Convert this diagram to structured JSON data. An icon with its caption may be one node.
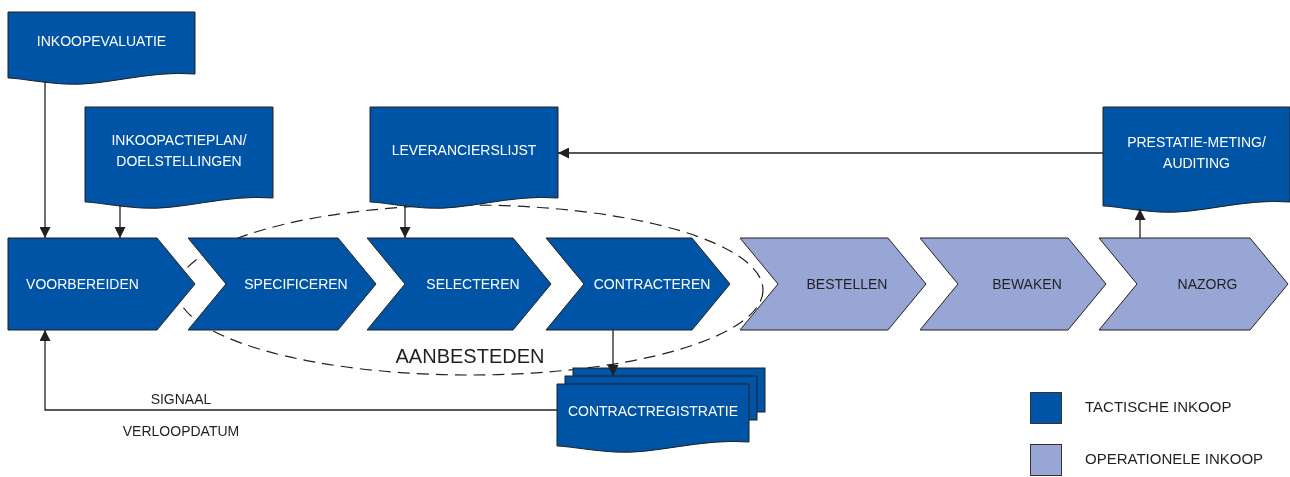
{
  "diagram": {
    "nodes": [
      {
        "text": [
          "INKOOPEVALUATIE"
        ]
      },
      {
        "text": [
          "INKOOPACTIEPLAN/ DOELSTELLINGEN"
        ]
      },
      {
        "text": [
          "LEVERANCIERSLIJST"
        ]
      },
      {
        "text": [
          "PRESTATIE-METING/ AUDITING"
        ]
      },
      {
        "text": [
          "VOORBEREIDEN"
        ]
      },
      {
        "text": [
          "SPECIFICEREN"
        ]
      },
      {
        "text": [
          "SELECTEREN"
        ]
      },
      {
        "text": [
          "CONTRACTEREN"
        ]
      },
      {
        "text": [
          "BESTELLEN"
        ]
      },
      {
        "text": [
          "BEWAKEN"
        ]
      },
      {
        "text": [
          "NAZORG"
        ]
      },
      {
        "text": [
          "CONTRACTREGISTRATIE"
        ]
      }
    ],
    "edges": [
      {
        "from": 0,
        "to": 4,
        "arrow": "to"
      },
      {
        "from": 1,
        "to": 4,
        "arrow": "to"
      },
      {
        "from": 2,
        "to": 6,
        "arrow": "to"
      },
      {
        "from": 3,
        "to": 2,
        "arrow": "to"
      },
      {
        "from": 10,
        "to": 3,
        "arrow": "to"
      },
      {
        "from": 7,
        "to": 11,
        "arrow": "to"
      },
      {
        "from": 11,
        "to": 4,
        "arrow": "to",
        "label": "SIGNAAL VERLOOPDATUM"
      }
    ],
    "labels": [
      "AANBESTEDEN"
    ],
    "legend": [
      {
        "text": "TACTISCHE INKOOP",
        "color": "#0054a6"
      },
      {
        "text": "OPERATIONELE INKOOP",
        "color": "#97a6d4"
      }
    ]
  }
}
